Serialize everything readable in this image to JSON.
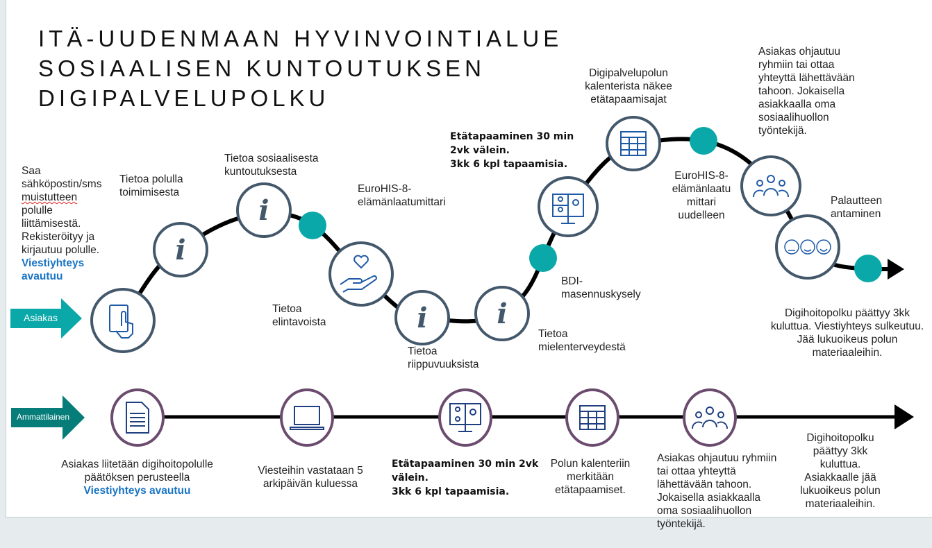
{
  "title": [
    "ITÄ-UUDENMAAN HYVINVOINTIALUE",
    "SOSIAALISEN KUNTOUTUKSEN",
    "DIGIPALVELUPOLKU"
  ],
  "colors": {
    "accent_teal": "#0aa8a8",
    "dark_teal": "#077d7a",
    "circle_stroke": "#44586b",
    "purple": "#6b4b6e",
    "blue_text": "#1874c4"
  },
  "asiakas": {
    "label": "Asiakas",
    "step1": {
      "lines": [
        "Saa",
        "sähköpostin/sms",
        "muistutteen",
        "polulle",
        "liittämisestä.",
        "Rekisteröityy ja",
        "kirjautuu polulle."
      ],
      "highlight": "Viestiyhteys avautuu",
      "icon": "tablet-touch-icon"
    },
    "step2": "Tietoa polulla toimimisesta",
    "step3": "Tietoa sosiaalisesta kuntoutuksesta",
    "step4": "EuroHIS-8-elämänlaatumittari",
    "step5": "Tietoa elintavoista",
    "step6": "Tietoa riippuvuuksista",
    "step7": "Tietoa mielenterveydestä",
    "step8": "BDI-masennuskysely",
    "step9": [
      "Etätapaaminen 30 min",
      "2vk välein.",
      "3kk 6 kpl tapaamisia."
    ],
    "step10": "Digipalvelupolun kalenterista näkee etätapaamisajat",
    "step11": "EuroHIS-8-elämänlaatu mittari uudelleen",
    "step12": "Asiakas ohjautuu ryhmiin tai ottaa yhteyttä lähettävään tahoon. Jokaisella asiakkaalla oma sosiaalihuollon työntekijä.",
    "step13": "Palautteen antaminen",
    "step14": "Digihoitopolku päättyy 3kk kuluttua. Viestiyhteys sulkeutuu. Jää lukuoikeus polun materiaaleihin."
  },
  "ammattilainen": {
    "label": "Ammattilainen",
    "step1": "Asiakas liitetään digihoitopolulle päätöksen perusteella",
    "step1_highlight": "Viestiyhteys avautuu",
    "step2": "Viesteihin vastataan 5 arkipäivän kuluessa",
    "step3": [
      "Etätapaaminen 30 min 2vk",
      "välein.",
      "3kk 6 kpl tapaamisia."
    ],
    "step4": "Polun kalenteriin merkitään etätapaamiset.",
    "step5": "Asiakas ohjautuu ryhmiin tai ottaa yhteyttä lähettävään tahoon. Jokaisella asiakkaalla oma sosiaalihuollon työntekijä.",
    "step6": "Digihoitopolku päättyy 3kk kuluttua. Asiakkaalle jää lukuoikeus polun materiaaleihin."
  }
}
